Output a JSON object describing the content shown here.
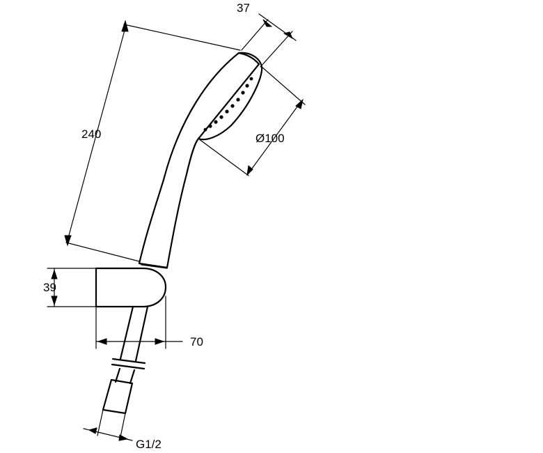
{
  "dimensions": {
    "length": "240",
    "head_depth": "37",
    "head_diameter": "Ø100",
    "holder_height": "39",
    "holder_width": "70",
    "connection_thread": "G1/2"
  },
  "colors": {
    "line": "#000000",
    "background": "#ffffff"
  }
}
